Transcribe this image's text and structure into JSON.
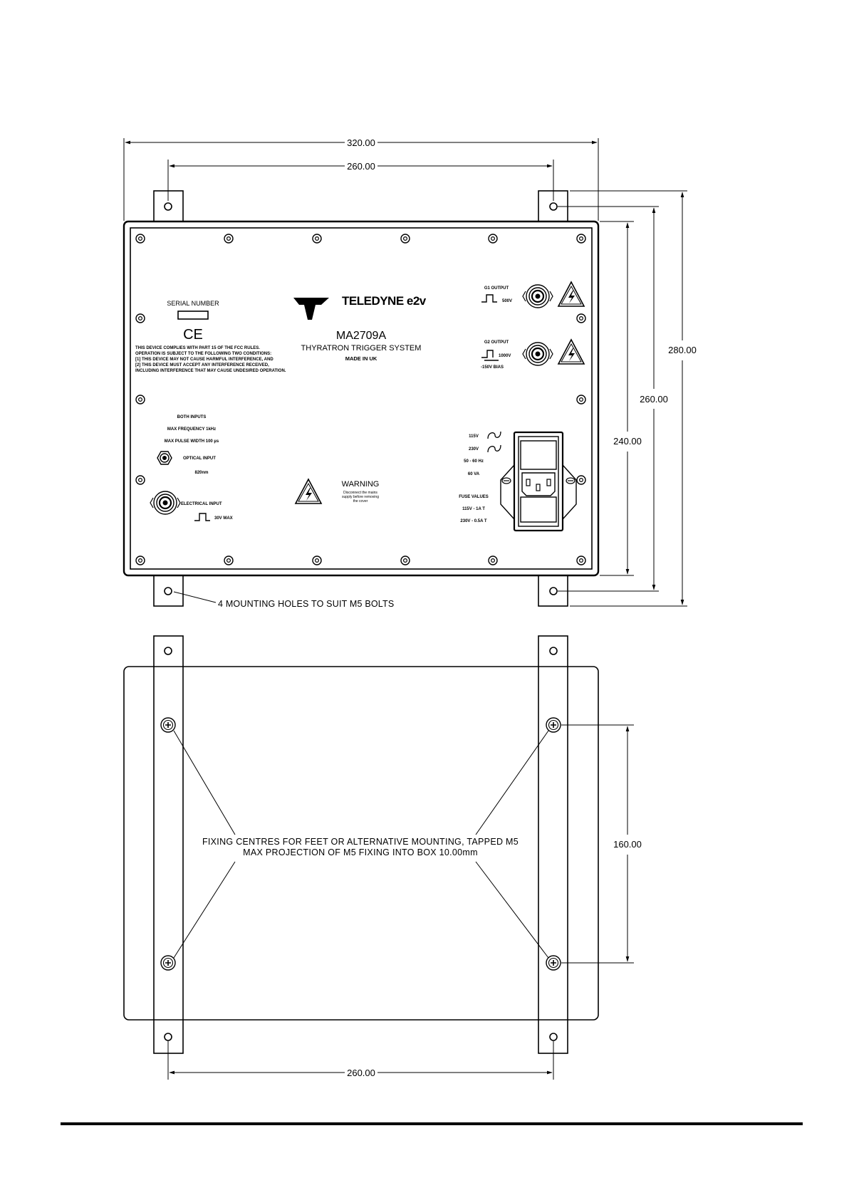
{
  "dimensions": {
    "width_overall": "320.00",
    "width_holes_top": "260.00",
    "width_holes_bottom": "260.00",
    "height_overall": "280.00",
    "height_holes": "260.00",
    "height_panel": "240.00",
    "height_fixing": "160.00"
  },
  "panel": {
    "brand": "TELEDYNE e2v",
    "model": "MA2709A",
    "product_name": "THYRATRON TRIGGER SYSTEM",
    "made_in": "MADE IN UK",
    "serial_label": "SERIAL NUMBER",
    "ce_mark": "CE",
    "fcc_lines": [
      "THIS DEVICE COMPLIES WITH PART 15 OF THE FCC RULES.",
      "OPERATION IS SUBJECT TO THE FOLLOWING TWO CONDITIONS:",
      "[1]   THIS DEVICE MAY NOT CAUSE HARMFUL INTERFERENCE, AND",
      "[2]   THIS DEVICE MUST ACCEPT ANY INTERFERENCE RECEIVED,",
      "INCLUDING INTERFERENCE THAT MAY CAUSE UNDESIRED OPERATION."
    ],
    "g1_output": "G1 OUTPUT",
    "g1_voltage": "500V",
    "g2_output": "G2 OUTPUT",
    "g2_voltage": "1000V",
    "g2_bias": "-150V BIAS",
    "inputs_title": "BOTH INPUTS",
    "max_frequency": "MAX FREQUENCY 1kHz",
    "max_pulse_width": "MAX PULSE WIDTH 100 µs",
    "optical_input": "OPTICAL INPUT",
    "optical_wavelength": "820nm",
    "electrical_input": "ELECTRICAL INPUT",
    "electrical_max": "30V MAX",
    "warning_title": "WARNING",
    "warning_lines": [
      "Disconnect the mains",
      "supply before removing",
      "the cover"
    ],
    "supply_115": "115V",
    "supply_230": "230V",
    "supply_freq": "50 - 60 Hz",
    "supply_power": "60 VA",
    "fuse_title": "FUSE VALUES",
    "fuse_115": "115V - 1A T",
    "fuse_230": "230V - 0.5A T"
  },
  "notes": {
    "mounting_holes": "4  MOUNTING  HOLES  TO  SUIT  M5  BOLTS",
    "fixing_line1": "FIXING  CENTRES  FOR  FEET  OR  ALTERNATIVE  MOUNTING,  TAPPED  M5",
    "fixing_line2": "MAX  PROJECTION  OF  M5  FIXING  INTO  BOX  10.00mm"
  }
}
